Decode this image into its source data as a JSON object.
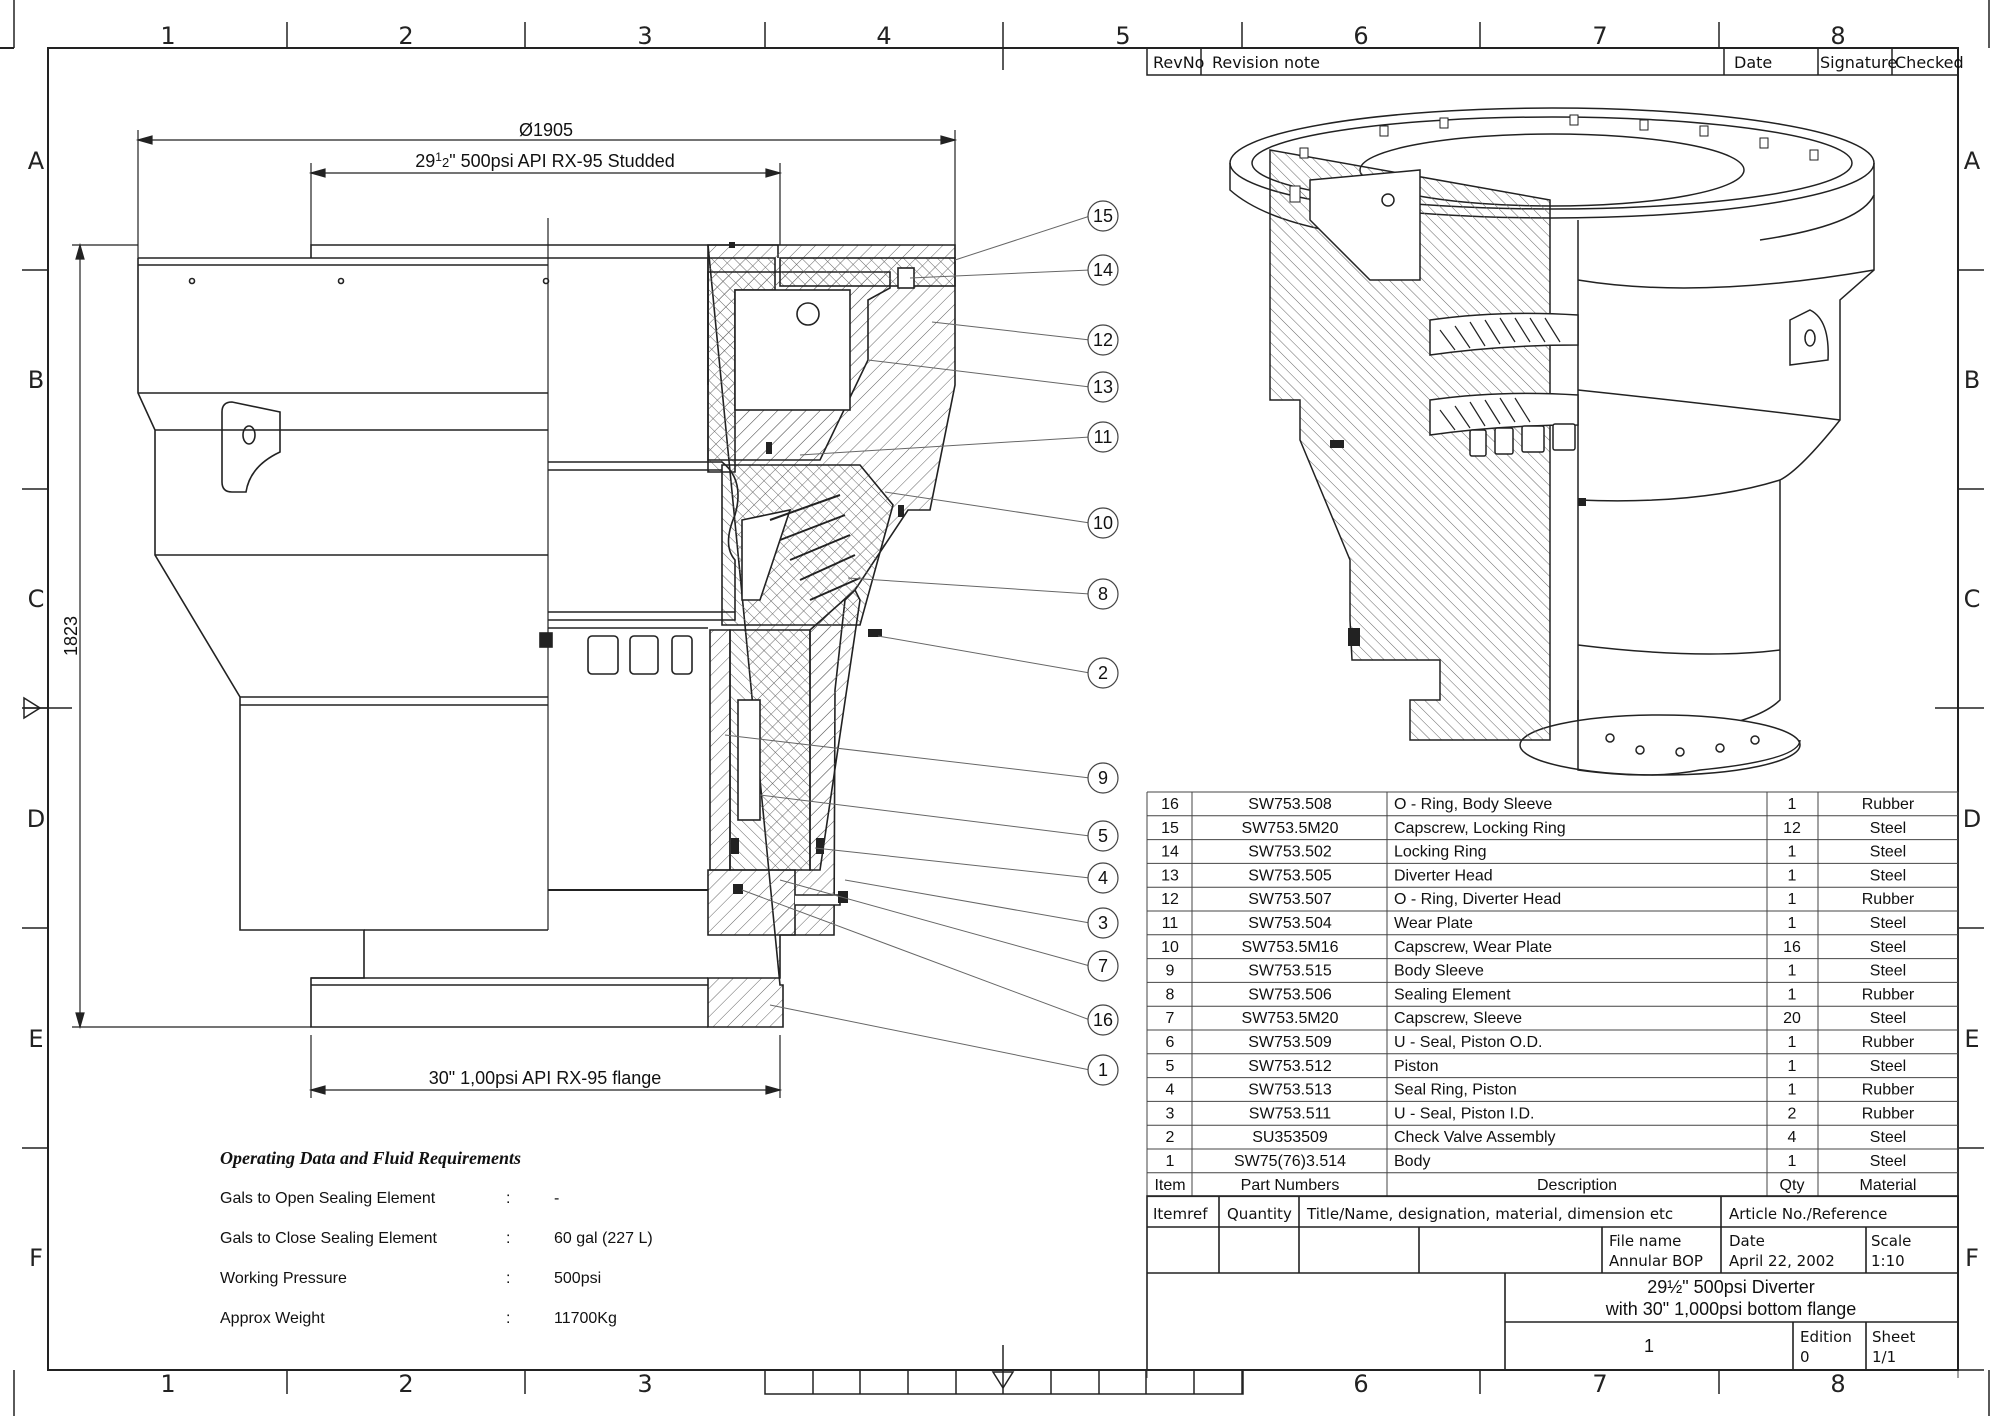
{
  "zones": {
    "columns": [
      "1",
      "2",
      "3",
      "4",
      "5",
      "6",
      "7",
      "8"
    ],
    "rows": [
      "A",
      "B",
      "C",
      "D",
      "E",
      "F"
    ]
  },
  "revision_header": [
    "RevNo",
    "Revision note",
    "Date",
    "Signature",
    "Checked"
  ],
  "dimensions": {
    "outer_diameter": "Ø1905",
    "top_flange_pre": "29",
    "top_flange_sup": "1",
    "top_flange_sub": "2",
    "top_flange_post": "\" 500psi API RX-95 Studded",
    "height": "1823",
    "bottom_flange": "30\" 1,00psi API RX-95 flange"
  },
  "balloons": [
    "15",
    "14",
    "12",
    "13",
    "11",
    "10",
    "8",
    "2",
    "9",
    "5",
    "4",
    "3",
    "7",
    "16",
    "1"
  ],
  "bom": {
    "rows": [
      {
        "item": "16",
        "part": "SW753.508",
        "desc": "O - Ring, Body Sleeve",
        "qty": "1",
        "mat": "Rubber"
      },
      {
        "item": "15",
        "part": "SW753.5M20",
        "desc": "Capscrew, Locking Ring",
        "qty": "12",
        "mat": "Steel"
      },
      {
        "item": "14",
        "part": "SW753.502",
        "desc": "Locking Ring",
        "qty": "1",
        "mat": "Steel"
      },
      {
        "item": "13",
        "part": "SW753.505",
        "desc": "Diverter Head",
        "qty": "1",
        "mat": "Steel"
      },
      {
        "item": "12",
        "part": "SW753.507",
        "desc": "O - Ring, Diverter Head",
        "qty": "1",
        "mat": "Rubber"
      },
      {
        "item": "11",
        "part": "SW753.504",
        "desc": "Wear Plate",
        "qty": "1",
        "mat": "Steel"
      },
      {
        "item": "10",
        "part": "SW753.5M16",
        "desc": "Capscrew, Wear Plate",
        "qty": "16",
        "mat": "Steel"
      },
      {
        "item": "9",
        "part": "SW753.515",
        "desc": "Body Sleeve",
        "qty": "1",
        "mat": "Steel"
      },
      {
        "item": "8",
        "part": "SW753.506",
        "desc": "Sealing Element",
        "qty": "1",
        "mat": "Rubber"
      },
      {
        "item": "7",
        "part": "SW753.5M20",
        "desc": "Capscrew, Sleeve",
        "qty": "20",
        "mat": "Steel"
      },
      {
        "item": "6",
        "part": "SW753.509",
        "desc": "U - Seal, Piston O.D.",
        "qty": "1",
        "mat": "Rubber"
      },
      {
        "item": "5",
        "part": "SW753.512",
        "desc": "Piston",
        "qty": "1",
        "mat": "Steel"
      },
      {
        "item": "4",
        "part": "SW753.513",
        "desc": "Seal Ring, Piston",
        "qty": "1",
        "mat": "Rubber"
      },
      {
        "item": "3",
        "part": "SW753.511",
        "desc": "U - Seal, Piston I.D.",
        "qty": "2",
        "mat": "Rubber"
      },
      {
        "item": "2",
        "part": "SU353509",
        "desc": "Check Valve Assembly",
        "qty": "4",
        "mat": "Steel"
      },
      {
        "item": "1",
        "part": "SW75(76)3.514",
        "desc": "Body",
        "qty": "1",
        "mat": "Steel"
      }
    ],
    "header": {
      "item": "Item",
      "part": "Part Numbers",
      "desc": "Description",
      "qty": "Qty",
      "mat": "Material"
    }
  },
  "title_block": {
    "itemref": "Itemref",
    "quantity": "Quantity",
    "title_label": "Title/Name, designation, material, dimension etc",
    "article_label": "Article No./Reference",
    "file_name_label": "File name",
    "file_name": "Annular BOP",
    "date_label": "Date",
    "date": "April 22, 2002",
    "scale_label": "Scale",
    "scale": "1:10",
    "title_line1": "29½\" 500psi Diverter",
    "title_line2": "with 30\" 1,000psi bottom flange",
    "drawing_no": "1",
    "edition_label": "Edition",
    "edition": "0",
    "sheet_label": "Sheet",
    "sheet": "1/1"
  },
  "operating": {
    "title": "Operating Data and Fluid Requirements",
    "rows": [
      {
        "label": "Gals to Open Sealing Element",
        "sep": ":",
        "value": "-"
      },
      {
        "label": "Gals to Close Sealing Element",
        "sep": ":",
        "value": "60 gal (227 L)"
      },
      {
        "label": "Working Pressure",
        "sep": ":",
        "value": "500psi"
      },
      {
        "label": "Approx Weight",
        "sep": ":",
        "value": "11700Kg"
      }
    ]
  }
}
